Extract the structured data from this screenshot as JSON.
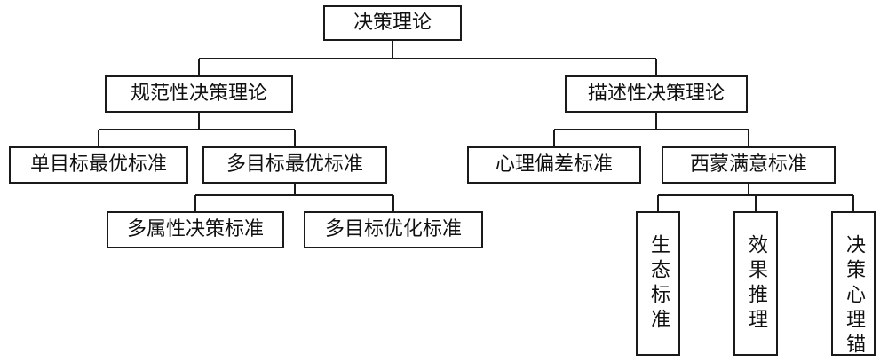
{
  "diagram": {
    "root": "决策理论",
    "branches": {
      "normative": {
        "label": "规范性决策理论",
        "children": {
          "single": "单目标最优标准",
          "multi": {
            "label": "多目标最优标准",
            "children": {
              "attribute": "多属性决策标准",
              "optimization": "多目标优化标准"
            }
          }
        }
      },
      "descriptive": {
        "label": "描述性决策理论",
        "children": {
          "bias": "心理偏差标准",
          "simon": {
            "label": "西蒙满意标准",
            "children": {
              "ecological": "生态标准",
              "effect": "效果推理",
              "anchor": "决策心理锚"
            }
          }
        }
      }
    }
  }
}
